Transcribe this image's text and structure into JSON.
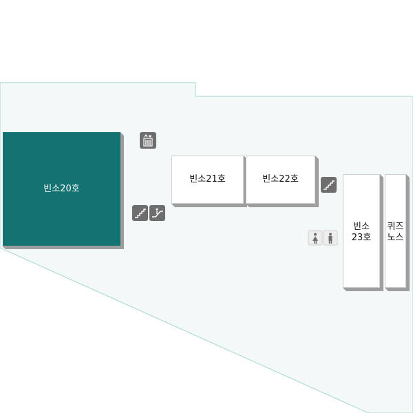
{
  "map": {
    "colors": {
      "floor_fill": "#f3f8f8",
      "floor_stroke": "#a8d4d4",
      "room_occupied": "#127372",
      "room_vacant": "#ffffff",
      "room_shadow": "#9e9e9e",
      "icon_dark": "#6e6e6e",
      "icon_light": "#eeeeee"
    },
    "rooms": [
      {
        "id": "room-20",
        "label": "빈소20호",
        "status": "occupied"
      },
      {
        "id": "room-21",
        "label": "빈소21호",
        "status": "vacant"
      },
      {
        "id": "room-22",
        "label": "빈소22호",
        "status": "vacant"
      },
      {
        "id": "room-23",
        "label": "빈소\n23호",
        "status": "vacant"
      },
      {
        "id": "quiz-nos",
        "label": "퀴즈\n노스",
        "status": "vacant"
      }
    ],
    "facilities": [
      {
        "id": "elevator",
        "icon": "elevator-icon"
      },
      {
        "id": "stairs-left",
        "icon": "stairs-icon"
      },
      {
        "id": "escalator",
        "icon": "escalator-icon"
      },
      {
        "id": "stairs-right",
        "icon": "stairs-icon"
      },
      {
        "id": "restroom-women",
        "icon": "restroom-women-icon"
      },
      {
        "id": "restroom-men",
        "icon": "restroom-men-icon"
      }
    ]
  }
}
